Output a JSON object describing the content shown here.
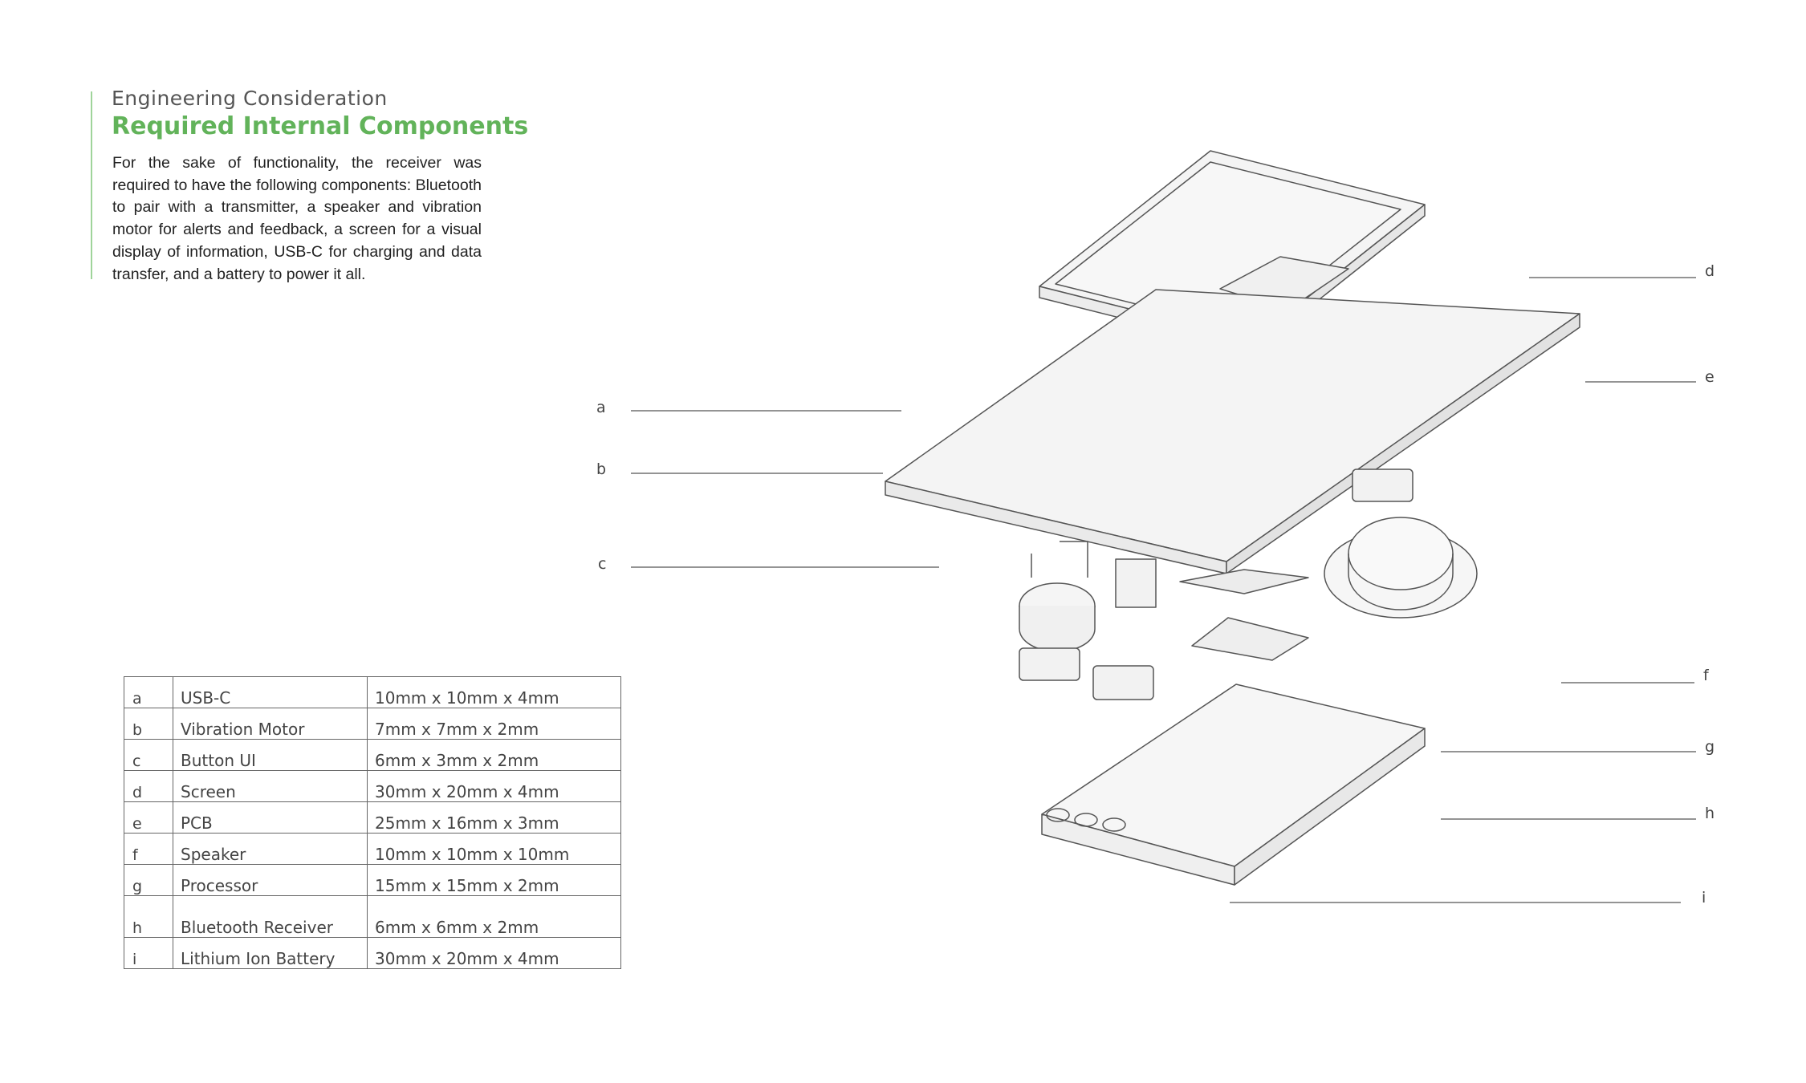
{
  "header": {
    "eyebrow": "Engineering Consideration",
    "title": "Required Internal Components",
    "intro": "For the sake of functionality, the receiver was required to have the following components: Bluetooth to pair with a transmitter, a speaker and vibration motor for alerts and feedback, a screen for a visual display of information, USB-C for charging and data transfer, and a battery to power it all."
  },
  "colors": {
    "accent": "#62b35a",
    "accent_bar": "#9fd49a",
    "line": "#555555"
  },
  "components": [
    {
      "key": "a",
      "name": "USB-C",
      "dims": "10mm x 10mm x 4mm"
    },
    {
      "key": "b",
      "name": "Vibration Motor",
      "dims": "7mm x 7mm x 2mm"
    },
    {
      "key": "c",
      "name": "Button UI",
      "dims": "6mm x 3mm x 2mm"
    },
    {
      "key": "d",
      "name": "Screen",
      "dims": "30mm x 20mm x 4mm"
    },
    {
      "key": "e",
      "name": "PCB",
      "dims": "25mm x 16mm x 3mm"
    },
    {
      "key": "f",
      "name": "Speaker",
      "dims": "10mm x 10mm x 10mm"
    },
    {
      "key": "g",
      "name": "Processor",
      "dims": "15mm x 15mm x 2mm"
    },
    {
      "key": "h",
      "name": "Bluetooth Receiver",
      "dims": "6mm x 6mm x 2mm"
    },
    {
      "key": "i",
      "name": "Lithium Ion Battery",
      "dims": "30mm x 20mm x 4mm"
    }
  ],
  "callouts": [
    "a",
    "b",
    "c",
    "d",
    "e",
    "f",
    "g",
    "h",
    "i"
  ]
}
